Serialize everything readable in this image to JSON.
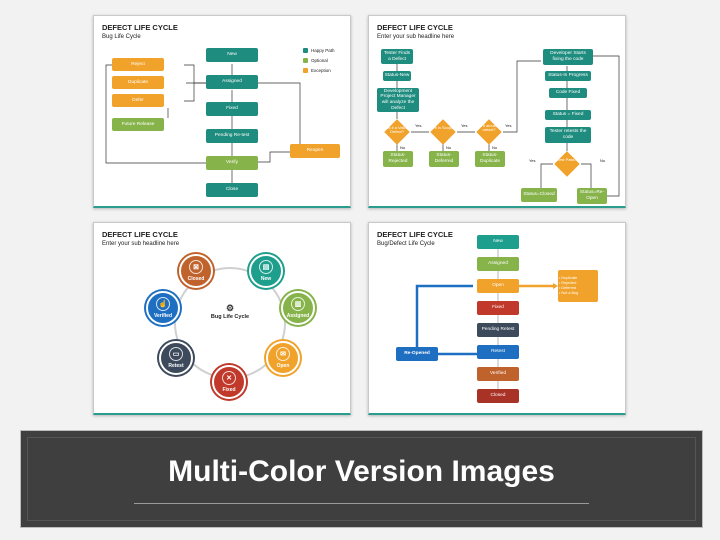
{
  "slide1": {
    "title": "DEFECT LIFE CYCLE",
    "subtitle": "Bug Life Cycle",
    "boxes": {
      "new": "New",
      "assigned": "Assigned",
      "fixed": "Fixed",
      "pending_retest": "Pending Re-test",
      "verify": "Verify",
      "close": "Close",
      "reject": "Reject",
      "duplicate": "Duplicate",
      "defer": "Defer",
      "future_release": "Future Release",
      "reopen": "Reopen"
    },
    "legend": [
      {
        "label": "Happy Path",
        "color": "#1e8c7e"
      },
      {
        "label": "Optional",
        "color": "#86b34a"
      },
      {
        "label": "Exception",
        "color": "#f0a22a"
      }
    ]
  },
  "slide2": {
    "title": "DEFECT LIFE CYCLE",
    "subtitle": "Enter your sub headline here",
    "boxes": {
      "tester_finds": "Tester Finds a Defect",
      "status_new": "Status-New",
      "dev_pm": "Development Project Manager will analyze the Defect",
      "status_rejected": "Status-Rejected",
      "status_deferred": "Status-Deferred",
      "status_duplicate": "Status-Duplicate",
      "dev_starts": "Developer Starts fixing the code",
      "status_in_progress": "Status-In Progress",
      "code_fixed": "Code Fixed",
      "status_fixed": "Status = Fixed",
      "tester_retests": "Tester retests the code",
      "status_closed": "Status=Closed",
      "status_reopen": "Status=Re-Open"
    },
    "diamonds": {
      "valid": "Is it a Valid Defect?",
      "scope": "Is it in Scope?",
      "already": "Is it already raised?",
      "test_pass": "Test Pass?"
    },
    "labels": {
      "yes": "Yes",
      "no": "No"
    }
  },
  "slide3": {
    "title": "DEFECT LIFE CYCLE",
    "subtitle": "Enter your sub headline here",
    "center": "Bug Life Cycle",
    "nodes": [
      {
        "label": "New",
        "color": "#1e9e8c",
        "icon": "document-icon"
      },
      {
        "label": "Assigned",
        "color": "#86b34a",
        "icon": "building-icon"
      },
      {
        "label": "Open",
        "color": "#f0a22a",
        "icon": "envelope-icon"
      },
      {
        "label": "Fixed",
        "color": "#c0392b",
        "icon": "tools-icon"
      },
      {
        "label": "Retest",
        "color": "#3d4a5c",
        "icon": "inbox-icon"
      },
      {
        "label": "Verified",
        "color": "#1e6fc2",
        "icon": "thumbs-up-icon"
      },
      {
        "label": "Closed",
        "color": "#c0622b",
        "icon": "close-square-icon"
      }
    ]
  },
  "slide4": {
    "title": "DEFECT LIFE CYCLE",
    "subtitle": "Bug/Defect Life Cycle",
    "steps": [
      {
        "label": "New",
        "color": "#1e9e8c"
      },
      {
        "label": "Assigned",
        "color": "#86b34a"
      },
      {
        "label": "Open",
        "color": "#f0a22a"
      },
      {
        "label": "Fixed",
        "color": "#c0392b"
      },
      {
        "label": "Pending Retest",
        "color": "#3d4a5c"
      },
      {
        "label": "Retest",
        "color": "#1e6fc2"
      },
      {
        "label": "Verified",
        "color": "#c0622b"
      },
      {
        "label": "Closed",
        "color": "#a93226"
      }
    ],
    "reopened": "Re-Opened",
    "side_list": [
      "Duplicate",
      "Rejected",
      "Deferred",
      "Not a Bug"
    ]
  },
  "banner": {
    "text": "Multi-Color Version Images"
  }
}
